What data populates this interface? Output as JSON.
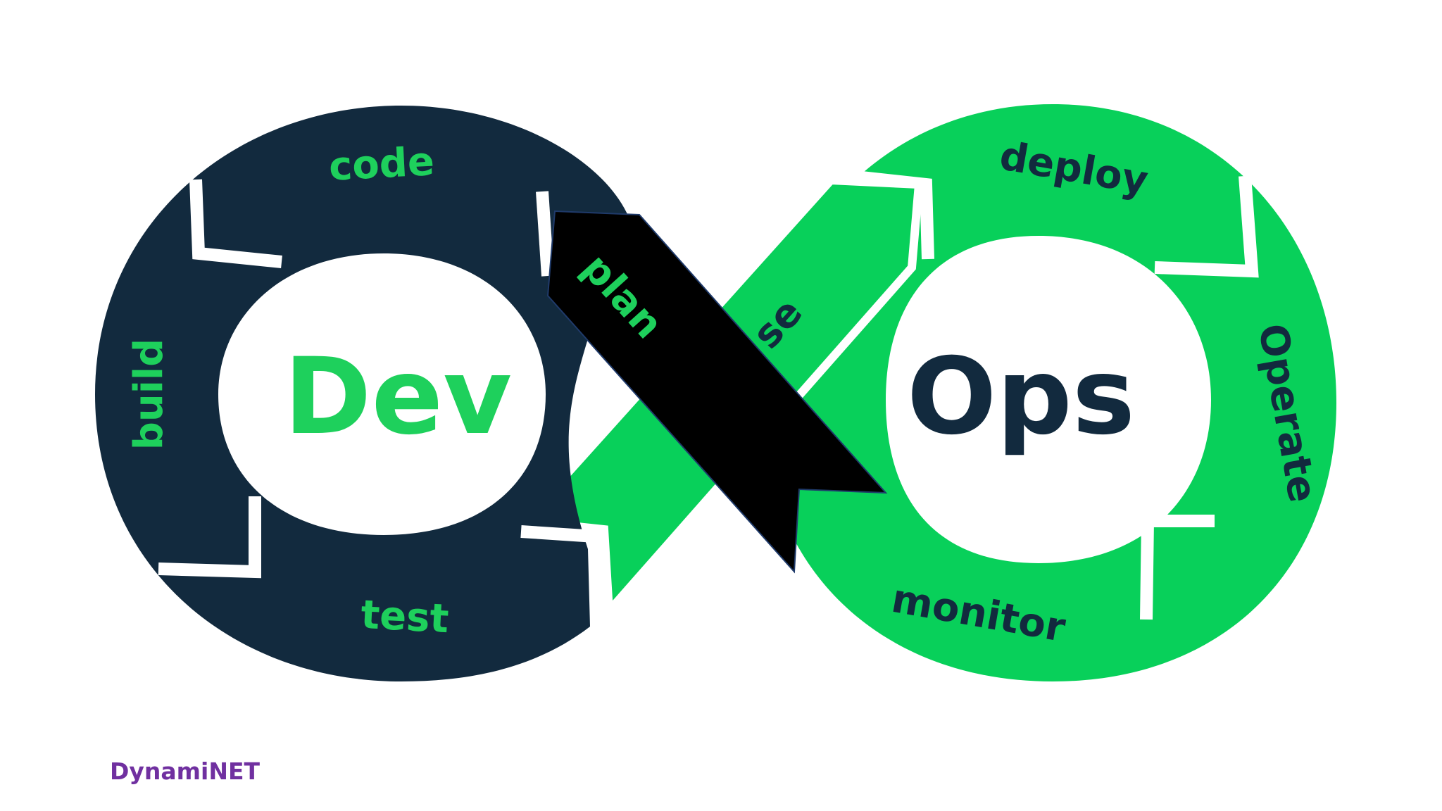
{
  "colors": {
    "dev": "#122a3e",
    "ops": "#08d05a",
    "dev_text": "#1ed05c",
    "ops_text": "#122a3e",
    "plan_arrow": "#000000",
    "plan_text": "#1ed05c",
    "brand": "#7030a0",
    "background": "#ffffff"
  },
  "diagram": {
    "center": {
      "dev": "Dev",
      "ops": "Ops"
    },
    "stages": {
      "code": "code",
      "build": "build",
      "test": "test",
      "plan": "plan",
      "release": "se",
      "deploy": "deploy",
      "operate": "Operate",
      "monitor": "monitor"
    }
  },
  "brand": {
    "name": "DynamiNET"
  }
}
